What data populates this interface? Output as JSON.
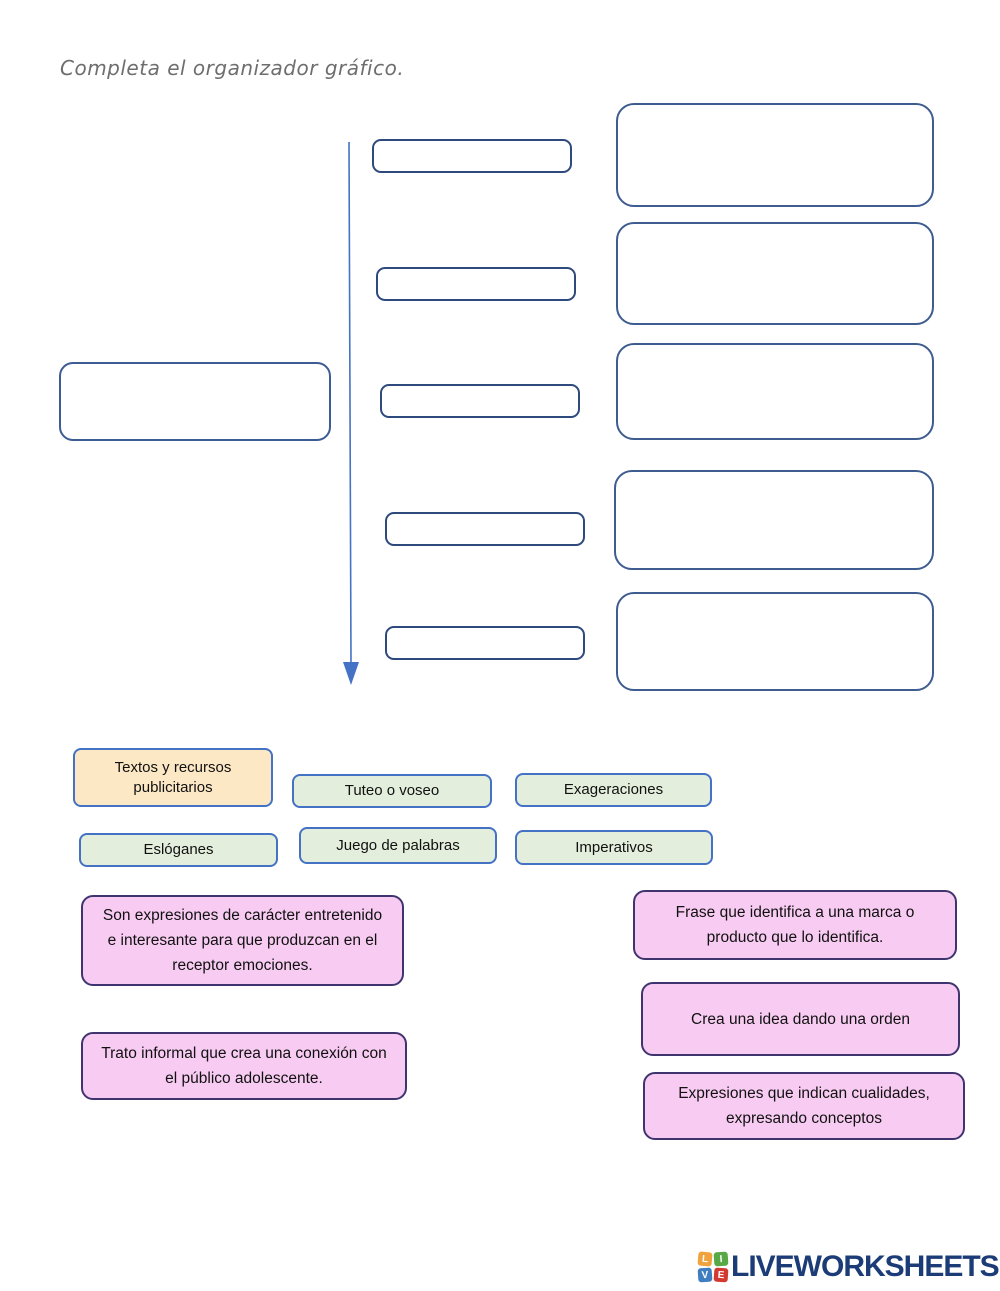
{
  "page": {
    "title": "Completa el organizador gráfico."
  },
  "diagram": {
    "root_slot": "",
    "middle_slots": [
      "",
      "",
      "",
      "",
      ""
    ],
    "right_slots": [
      "",
      "",
      "",
      "",
      ""
    ],
    "arrow_color": "#4472c4",
    "box_border_color": "#3d5c94"
  },
  "chips": [
    {
      "label": "Textos y recursos publicitarios",
      "fill": "#fce8c5"
    },
    {
      "label": "Tuteo o voseo",
      "fill": "#e3eedc"
    },
    {
      "label": "Exageraciones",
      "fill": "#e3eedc"
    },
    {
      "label": "Eslóganes",
      "fill": "#e3eedc"
    },
    {
      "label": "Juego de palabras",
      "fill": "#e3eedc"
    },
    {
      "label": "Imperativos",
      "fill": "#e3eedc"
    }
  ],
  "descriptions": [
    {
      "text": "Son expresiones de carácter entretenido e interesante para que produzcan en el receptor emociones."
    },
    {
      "text": "Frase que identifica a una marca o producto que lo identifica."
    },
    {
      "text": "Crea una idea dando una orden"
    },
    {
      "text": "Trato informal que crea una conexión con el público adolescente."
    },
    {
      "text": "Expresiones que indican cualidades, expresando conceptos"
    }
  ],
  "description_fill": "#f8ccf2",
  "footer": {
    "brand": "LIVEWORKSHEETS",
    "tiles": [
      "L",
      "I",
      "V",
      "E"
    ],
    "brand_color": "#1c3c77"
  }
}
